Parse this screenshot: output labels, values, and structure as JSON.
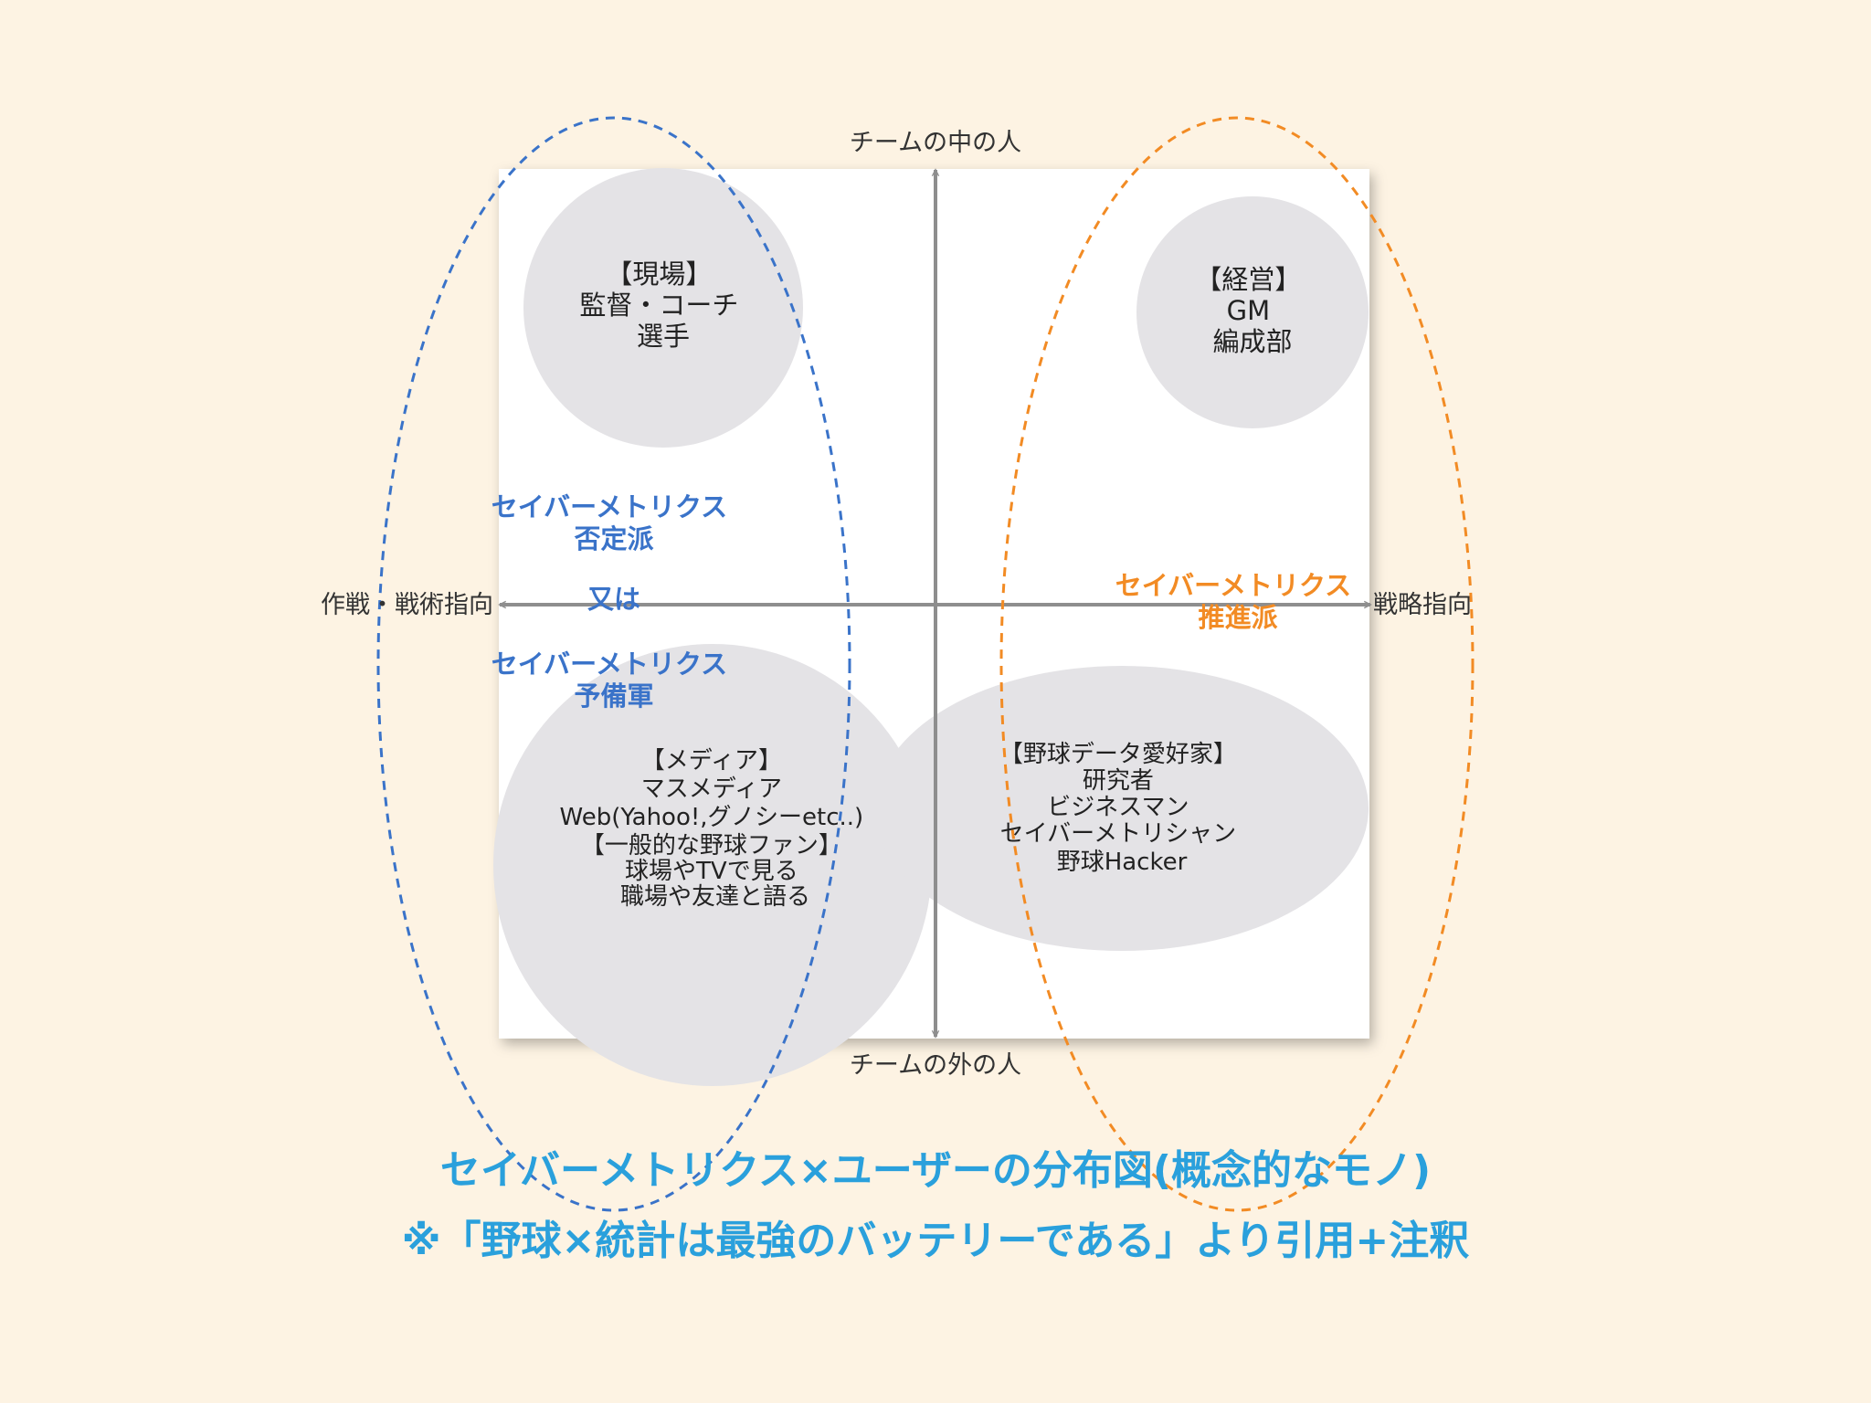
{
  "colors": {
    "background": "#fdf3e3",
    "panel": "#ffffff",
    "blob": "#e4e3e6",
    "axis": "#8e8e8e",
    "blue_accent": "#3a73c9",
    "orange_accent": "#f28b24",
    "caption": "#2aa0dc"
  },
  "axes": {
    "top": "チームの中の人",
    "bottom": "チームの外の人",
    "left": "作戦・戦術指向",
    "right": "戦略指向"
  },
  "groups": {
    "field": [
      "【現場】",
      "監督・コーチ",
      "選手"
    ],
    "management": [
      "【経営】",
      "GM",
      "編成部"
    ],
    "media": [
      "【メディア】",
      "マスメディア",
      "Web(Yahoo!,グノシーetc..)",
      "【一般的な野球ファン】",
      "球場やTVで見る",
      "職場や友達と語る"
    ],
    "data_fans": [
      "【野球データ愛好家】",
      "研究者",
      "ビジネスマン",
      "セイバーメトリシャン",
      "野球Hacker"
    ]
  },
  "stances": {
    "opponents": [
      "セイバーメトリクス",
      "否定派"
    ],
    "or_word": "又は",
    "reserve": [
      "セイバーメトリクス",
      "予備軍"
    ],
    "promoters": [
      "セイバーメトリクス",
      "推進派"
    ]
  },
  "caption": {
    "line1": "セイバーメトリクス×ユーザーの分布図(概念的なモノ)",
    "line2": "※「野球×統計は最強のバッテリーである」より引用+注釈"
  }
}
